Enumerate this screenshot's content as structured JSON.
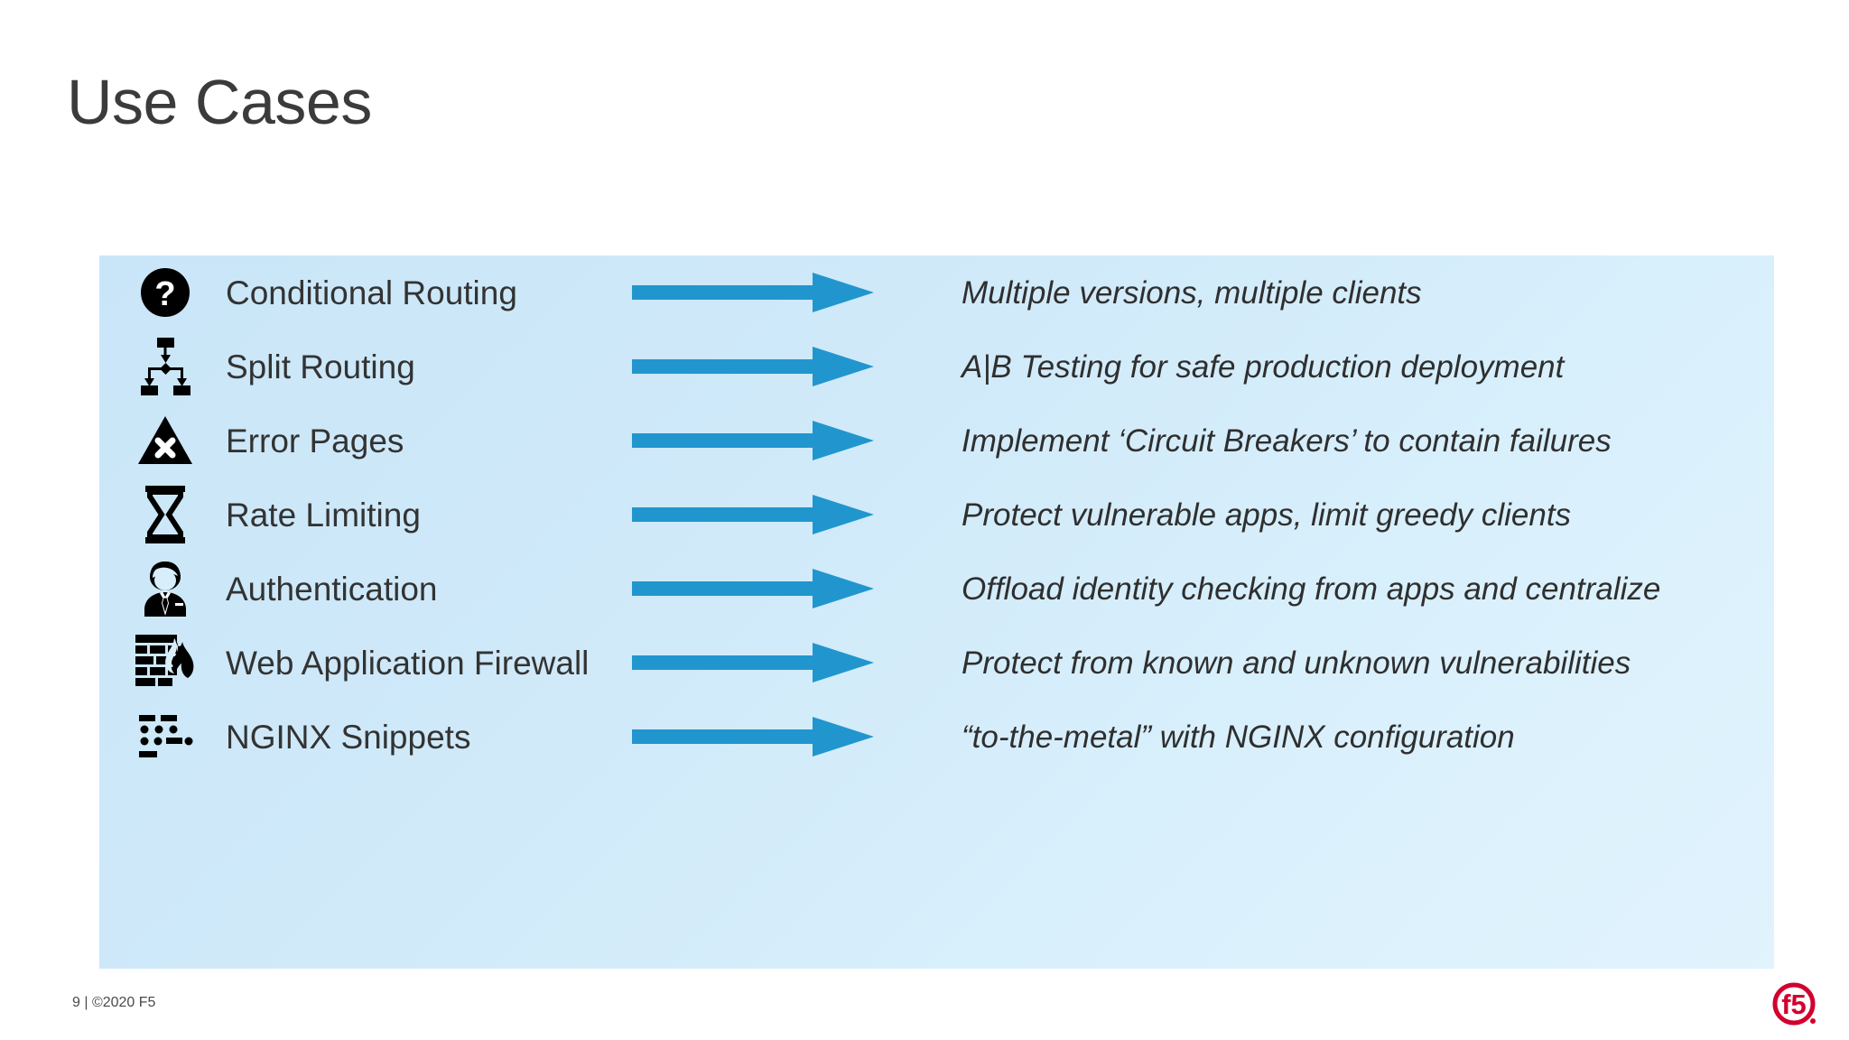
{
  "slide": {
    "title": "Use Cases",
    "footer": "9 | ©2020 F5",
    "logo_alt": "f5",
    "accent_color": "#2196ce",
    "panel_color": "#cfe9f9",
    "title_color": "#3b3b3b"
  },
  "rows": [
    {
      "icon": "question-mark-circle-icon",
      "label": "Conditional Routing",
      "arrow": "right-arrow-icon",
      "description": "Multiple versions, multiple clients"
    },
    {
      "icon": "split-flowchart-icon",
      "label": "Split Routing",
      "arrow": "right-arrow-icon",
      "description": "A|B Testing for safe production deployment"
    },
    {
      "icon": "warning-triangle-x-icon",
      "label": "Error Pages",
      "arrow": "right-arrow-icon",
      "description": "Implement ‘Circuit Breakers’ to contain failures"
    },
    {
      "icon": "hourglass-icon",
      "label": "Rate Limiting",
      "arrow": "right-arrow-icon",
      "description": "Protect vulnerable apps, limit greedy clients"
    },
    {
      "icon": "businessman-user-icon",
      "label": "Authentication",
      "arrow": "right-arrow-icon",
      "description": "Offload identity checking from apps and centralize"
    },
    {
      "icon": "firewall-brick-flame-icon",
      "label": "Web Application Firewall",
      "arrow": "right-arrow-icon",
      "description": "Protect from known and unknown vulnerabilities"
    },
    {
      "icon": "code-snippet-dots-icon",
      "label": "NGINX Snippets",
      "arrow": "right-arrow-icon",
      "description": "“to-the-metal” with NGINX configuration"
    }
  ]
}
